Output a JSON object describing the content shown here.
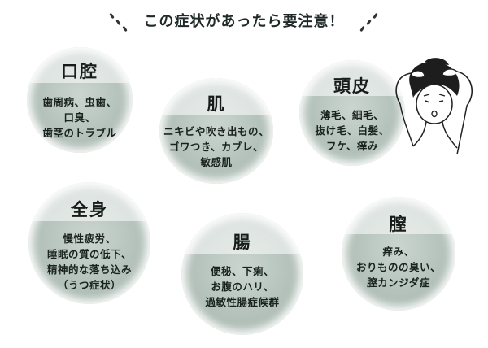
{
  "heading": "この症状があったら要注意！",
  "circles": [
    {
      "title": "口腔",
      "lines": [
        "歯周病、虫歯、",
        "口臭、",
        "歯茎のトラブル"
      ]
    },
    {
      "title": "肌",
      "lines": [
        "ニキビや吹き出もの、",
        "ゴワつき、カブレ、",
        "敏感肌"
      ]
    },
    {
      "title": "頭皮",
      "lines": [
        "薄毛、細毛、",
        "抜け毛、白髪、",
        "フケ、痒み"
      ]
    },
    {
      "title": "全身",
      "lines": [
        "慢性疲労、",
        "睡眠の質の低下、",
        "精神的な落ち込み",
        "（うつ症状）"
      ]
    },
    {
      "title": "腸",
      "lines": [
        "便秘、下痢、",
        "お腹のハリ、",
        "過敏性腸症候群"
      ]
    },
    {
      "title": "膣",
      "lines": [
        "痒み、",
        "おりものの臭い、",
        "膣カンジダ症"
      ]
    }
  ],
  "colors": {
    "circle": "#b3c1ba",
    "text": "#1a2220"
  }
}
